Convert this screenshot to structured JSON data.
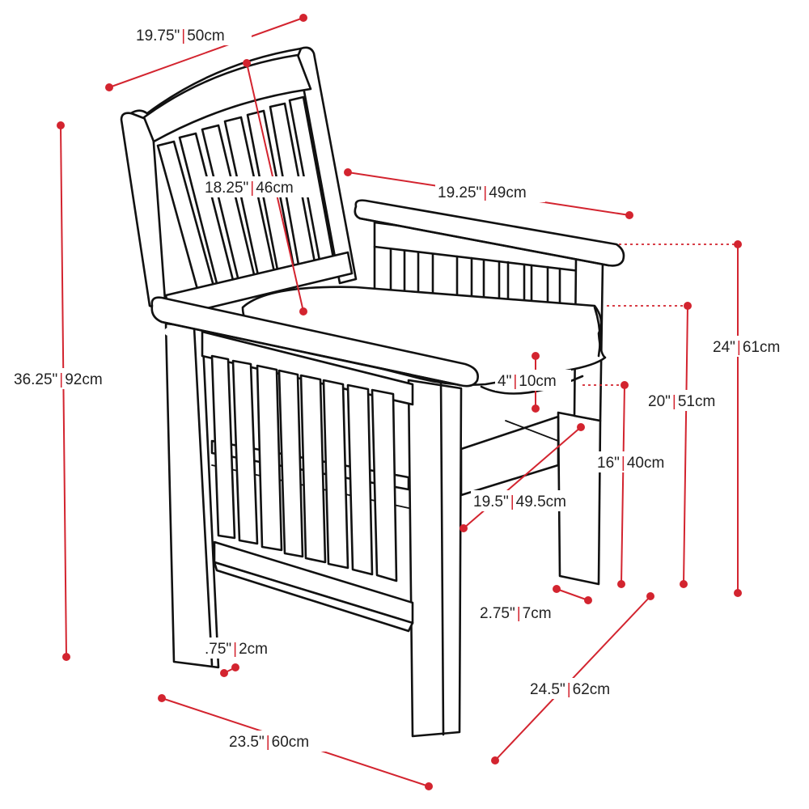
{
  "dimensions": {
    "back_width": {
      "imperial": "19.75\"",
      "metric": "50cm"
    },
    "back_height": {
      "imperial": "18.25\"",
      "metric": "46cm"
    },
    "seat_width": {
      "imperial": "19.25\"",
      "metric": "49cm"
    },
    "overall_height": {
      "imperial": "36.25\"",
      "metric": "92cm"
    },
    "arm_height": {
      "imperial": "24\"",
      "metric": "61cm"
    },
    "seat_top_height": {
      "imperial": "20\"",
      "metric": "51cm"
    },
    "cushion_thickness": {
      "imperial": "4\"",
      "metric": "10cm"
    },
    "seat_height": {
      "imperial": "16\"",
      "metric": "40cm"
    },
    "seat_depth": {
      "imperial": "19.5\"",
      "metric": "49.5cm"
    },
    "leg_width": {
      "imperial": "2.75\"",
      "metric": "7cm"
    },
    "leg_inset": {
      "imperial": ".75\"",
      "metric": "2cm"
    },
    "overall_depth": {
      "imperial": "24.5\"",
      "metric": "62cm"
    },
    "overall_width": {
      "imperial": "23.5\"",
      "metric": "60cm"
    }
  },
  "separator": "|",
  "colors": {
    "dimension": "#d3242f",
    "outline": "#111111",
    "text": "#222222"
  }
}
